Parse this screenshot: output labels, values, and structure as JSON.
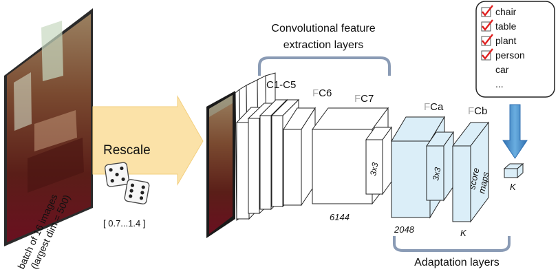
{
  "input": {
    "batch_label_line1": "batch of 16 images",
    "batch_label_line2": "(largest dim = 500)"
  },
  "rescale": {
    "label": "Rescale",
    "range": "[ 0.7...1.4 ]",
    "arrow_color": "#fbe2a8"
  },
  "conv": {
    "brace_label_line1": "Convolutional feature",
    "brace_label_line2": "extraction layers",
    "block_label": "C1-C5",
    "fc6_prefix": "F",
    "fc6_suffix": "C6",
    "fc7_prefix": "F",
    "fc7_suffix": "C7",
    "kernel_fc7": "3x3",
    "dim_fc7": "6144"
  },
  "adaptation": {
    "fca_prefix": "F",
    "fca_suffix": "Ca",
    "kernel_fca": "3x3",
    "dim_fca": "2048",
    "fcb_prefix": "F",
    "fcb_suffix": "Cb",
    "score_line1": "score",
    "score_line2": "maps",
    "dim_fcb": "K",
    "output_dim": "K",
    "brace_label": "Adaptation layers",
    "fill_color": "#dbeef8"
  },
  "classes": {
    "items": [
      {
        "label": "chair",
        "checked": true
      },
      {
        "label": "table",
        "checked": true
      },
      {
        "label": "plant",
        "checked": true
      },
      {
        "label": "person",
        "checked": true
      },
      {
        "label": "car",
        "checked": false
      },
      {
        "label": "...",
        "checked": false
      }
    ],
    "check_color": "#e02020",
    "arrow_color": "#4a90c8"
  }
}
